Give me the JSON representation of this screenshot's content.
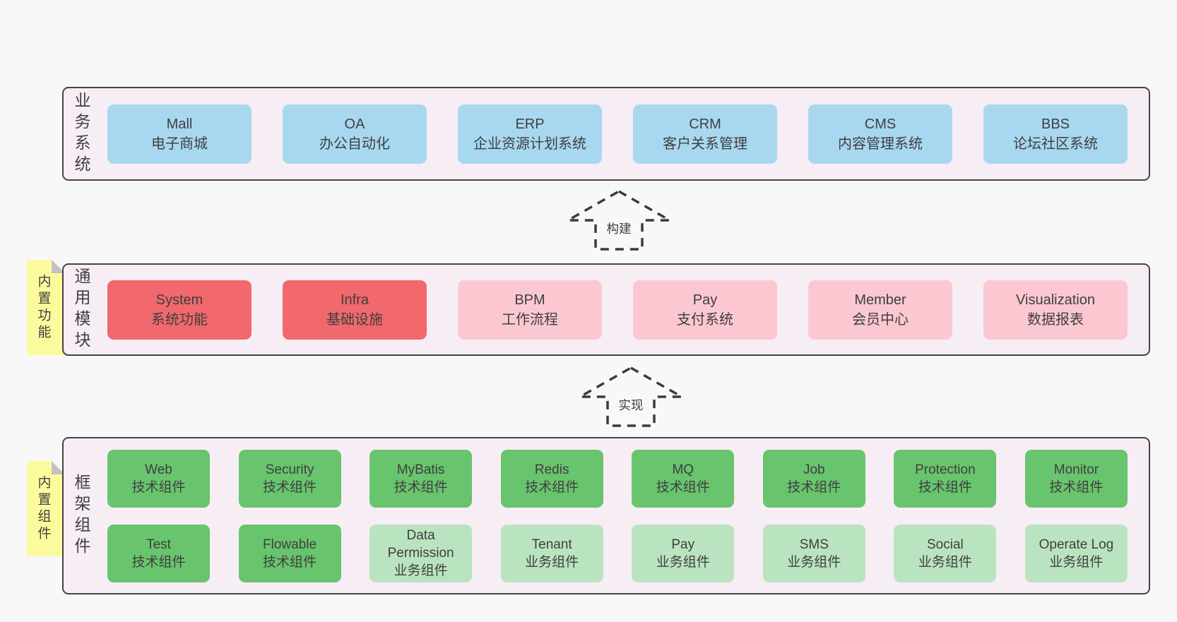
{
  "colors": {
    "page_bg": "#f8f8f8",
    "panel_bg": "#f7edf5",
    "panel_border": "#474245",
    "box_blue": "#a8d8f0",
    "box_red": "#f1686d",
    "box_pink": "#fbc8d2",
    "box_green": "#68c46d",
    "box_light_green": "#bae4bf",
    "note_yellow": "#fbfb9e",
    "note_fold": "#c2c2c2",
    "text": "#3f3f3f",
    "arrow": "#3c3c3c"
  },
  "layers": {
    "business": {
      "label": "业务系统",
      "boxes": [
        {
          "title": "Mall",
          "subtitle": "电子商城"
        },
        {
          "title": "OA",
          "subtitle": "办公自动化"
        },
        {
          "title": "ERP",
          "subtitle": "企业资源计划系统"
        },
        {
          "title": "CRM",
          "subtitle": "客户关系管理"
        },
        {
          "title": "CMS",
          "subtitle": "内容管理系统"
        },
        {
          "title": "BBS",
          "subtitle": "论坛社区系统"
        }
      ]
    },
    "modules": {
      "label": "通用模块",
      "note": "内置功能",
      "boxes": [
        {
          "title": "System",
          "subtitle": "系统功能"
        },
        {
          "title": "Infra",
          "subtitle": "基础设施"
        },
        {
          "title": "BPM",
          "subtitle": "工作流程"
        },
        {
          "title": "Pay",
          "subtitle": "支付系统"
        },
        {
          "title": "Member",
          "subtitle": "会员中心"
        },
        {
          "title": "Visualization",
          "subtitle": "数据报表"
        }
      ]
    },
    "components": {
      "label": "框架组件",
      "note": "内置组件",
      "row1": [
        {
          "title": "Web",
          "subtitle": "技术组件"
        },
        {
          "title": "Security",
          "subtitle": "技术组件"
        },
        {
          "title": "MyBatis",
          "subtitle": "技术组件"
        },
        {
          "title": "Redis",
          "subtitle": "技术组件"
        },
        {
          "title": "MQ",
          "subtitle": "技术组件"
        },
        {
          "title": "Job",
          "subtitle": "技术组件"
        },
        {
          "title": "Protection",
          "subtitle": "技术组件"
        },
        {
          "title": "Monitor",
          "subtitle": "技术组件"
        }
      ],
      "row2": [
        {
          "title": "Test",
          "subtitle": "技术组件"
        },
        {
          "title": "Flowable",
          "subtitle": "技术组件"
        },
        {
          "title": "Data Permission",
          "subtitle": "业务组件"
        },
        {
          "title": "Tenant",
          "subtitle": "业务组件"
        },
        {
          "title": "Pay",
          "subtitle": "业务组件"
        },
        {
          "title": "SMS",
          "subtitle": "业务组件"
        },
        {
          "title": "Social",
          "subtitle": "业务组件"
        },
        {
          "title": "Operate Log",
          "subtitle": "业务组件"
        }
      ]
    }
  },
  "arrows": {
    "build": "构建",
    "implement": "实现"
  }
}
